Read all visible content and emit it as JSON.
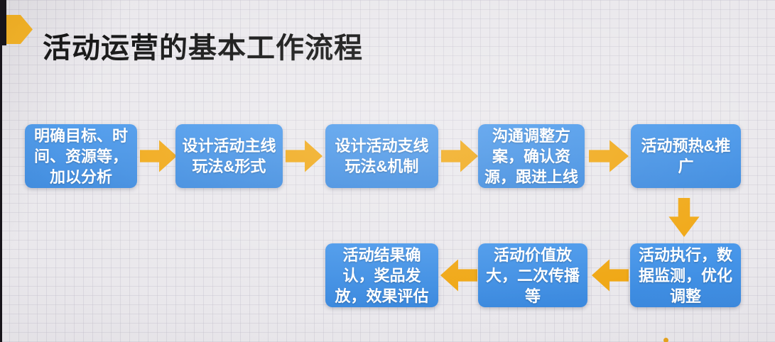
{
  "title": "活动运营的基本工作流程",
  "colors": {
    "node_blue": "#3E8EE4",
    "arrow_orange": "#F0A713",
    "marker_yellow": "#F9B41F",
    "title_black": "#0E0E0E",
    "background_gray": "#EAE8EC",
    "node_text": "#FFFFFF"
  },
  "flow": {
    "boxes": [
      {
        "text": "明确目标、时间、资源等，加以分析"
      },
      {
        "text": "设计活动主线玩法&形式"
      },
      {
        "text": "设计活动支线玩法&机制"
      },
      {
        "text": "沟通调整方案，确认资源，跟进上线"
      },
      {
        "text": "活动预热&推广"
      },
      {
        "text": "活动执行，数据监测，优化调整"
      },
      {
        "text": "活动价值放大，二次传播等"
      },
      {
        "text": "活动结果确认，奖品发放，效果评估"
      }
    ]
  }
}
